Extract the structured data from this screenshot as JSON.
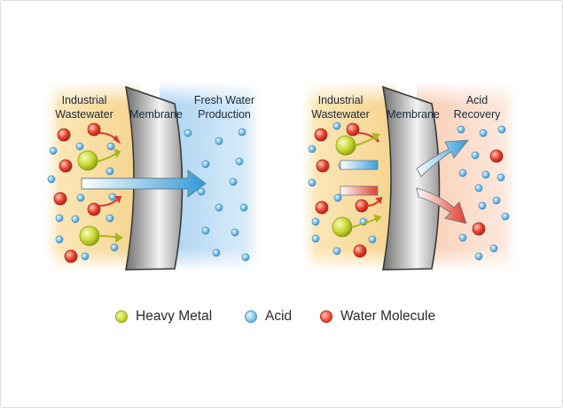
{
  "panels": [
    {
      "left_label": [
        "Industrial",
        "Wastewater"
      ],
      "membrane_label": "Membrane",
      "right_label": [
        "Fresh Water",
        "Production"
      ]
    },
    {
      "left_label": [
        "Industrial",
        "Wastewater"
      ],
      "membrane_label": "Membrane",
      "right_label": [
        "Acid",
        "Recovery"
      ]
    }
  ],
  "legend": [
    {
      "key": "heavy-metal",
      "label": "Heavy Metal"
    },
    {
      "key": "acid",
      "label": "Acid"
    },
    {
      "key": "water-molecule",
      "label": "Water Molecule"
    }
  ],
  "colors": {
    "wastewater_zone": "#f8dca0",
    "fresh_water_zone": "#bcdcf4",
    "acid_recovery_zone": "#fbd8c4",
    "membrane": "#8c8c8c",
    "heavy_metal": "#c6d62a",
    "acid": "#7cc3ea",
    "water_molecule": "#ec4a36",
    "flow_arrow": "#3aa0dc"
  }
}
